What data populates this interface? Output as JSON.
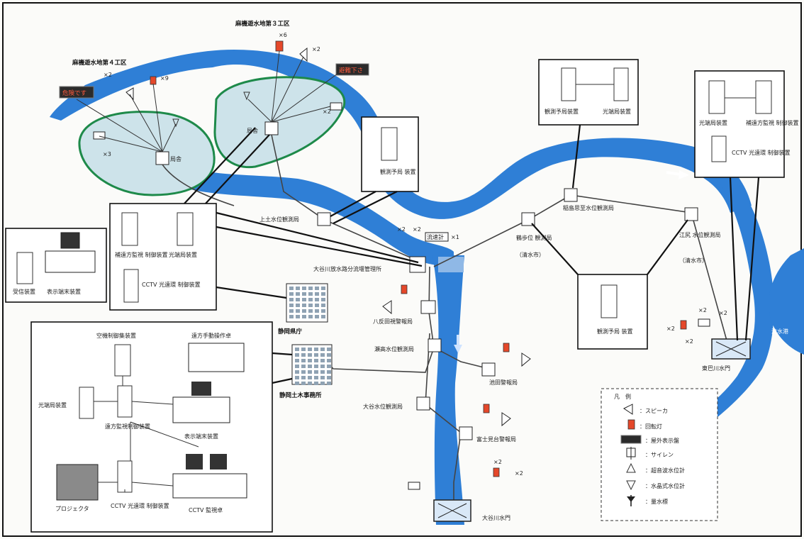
{
  "colors": {
    "river": "#2f7fd6",
    "reservoir": "#cde3ea",
    "reservoir_edge": "#1e8a4a",
    "lamp": "#e5482a",
    "sign": "#2b2b2b",
    "sign_text": "#ff5a3c",
    "frame": "#111111"
  },
  "reservoirs": {
    "r4": {
      "title": "麻機遊水地第４工区",
      "station": "局舎",
      "spk_count": "×2",
      "lamp_count": "×9",
      "cam_count": "×3",
      "sign_text": "危険です"
    },
    "r3": {
      "title": "麻機遊水地第３工区",
      "station": "局舎",
      "lamp_count": "×6",
      "spk_count": "×2",
      "cam_count": "×2",
      "sign_text": "避難下さ"
    }
  },
  "stations": {
    "kamiterada": "上土水位観測局",
    "ohya_center": "大谷川放水路分流堰管理所",
    "yokoyama": "鶴歩位 観測局",
    "yokoyama_sub": "（清水市）",
    "hasegawa": "稲島思至水位観測局",
    "emiri": "江尻 水位観測局",
    "emiri_sub": "（清水市）",
    "yatsuhashi": "八反田視警報局",
    "kayabe": "瀬高水位観測局",
    "ikeda": "池田警報局",
    "ohya_wl": "大谷水位観測局",
    "fujimi": "富士見台警報局",
    "ohya_gate": "大谷川水門",
    "tomoe_gate": "東巴川水門",
    "sea": "清水港",
    "flowmeter": "流速計",
    "fm_x1": "×1",
    "fm_x2a": "×2",
    "fm_x2b": "×2"
  },
  "buildings": {
    "prefecture": "静岡県庁",
    "office": "静岡土木事務所"
  },
  "boxes": {
    "wl_top": {
      "equip": [
        "観測予局 装置"
      ]
    },
    "wl_mid": {
      "equip": [
        "観測予局 装置"
      ]
    },
    "top_right1": {
      "equip": [
        "観測予局装置",
        "光端局装置"
      ]
    },
    "top_right2": {
      "equip": [
        "光端局装置",
        "補遠方監視 制御装置",
        "CCTV 光遠環 制御装置"
      ]
    },
    "center_left": {
      "equip": [
        "補遠方監視 制御装置",
        "光端局装置",
        "CCTV 光遠環 制御装置"
      ]
    },
    "left_small": {
      "equip": [
        "受信装置",
        "表示端末装置"
      ]
    },
    "office": {
      "equip": [
        "空機制御集装置",
        "遠方手動操作卓",
        "光端局装置",
        "遠方監視制御装置",
        "表示端末装置",
        "プロジェクタ",
        "CCTV 光遠環 制御装置",
        "CCTV 監視卓"
      ]
    }
  },
  "gate_counts": {
    "ohya_x2a": "×2",
    "ohya_x2b": "×2",
    "tomoe_x2a": "×2",
    "tomoe_x2b": "×2",
    "tomoe_x2c": "×2",
    "tomoe_x2d": "×2"
  },
  "legend": {
    "title": "凡　例",
    "items": [
      {
        "icon": "speaker-icon",
        "label": "：スピーカ"
      },
      {
        "icon": "rotating-lamp-icon",
        "label": "：回転灯"
      },
      {
        "icon": "outdoor-display-icon",
        "label": "：屋外表示盤"
      },
      {
        "icon": "siren-icon",
        "label": "：サイレン"
      },
      {
        "icon": "ultrasonic-water-gauge-icon",
        "label": "：超音波水位計"
      },
      {
        "icon": "float-water-gauge-icon",
        "label": "：水晶式水位計"
      },
      {
        "icon": "staff-gauge-icon",
        "label": "：量水標"
      }
    ]
  }
}
